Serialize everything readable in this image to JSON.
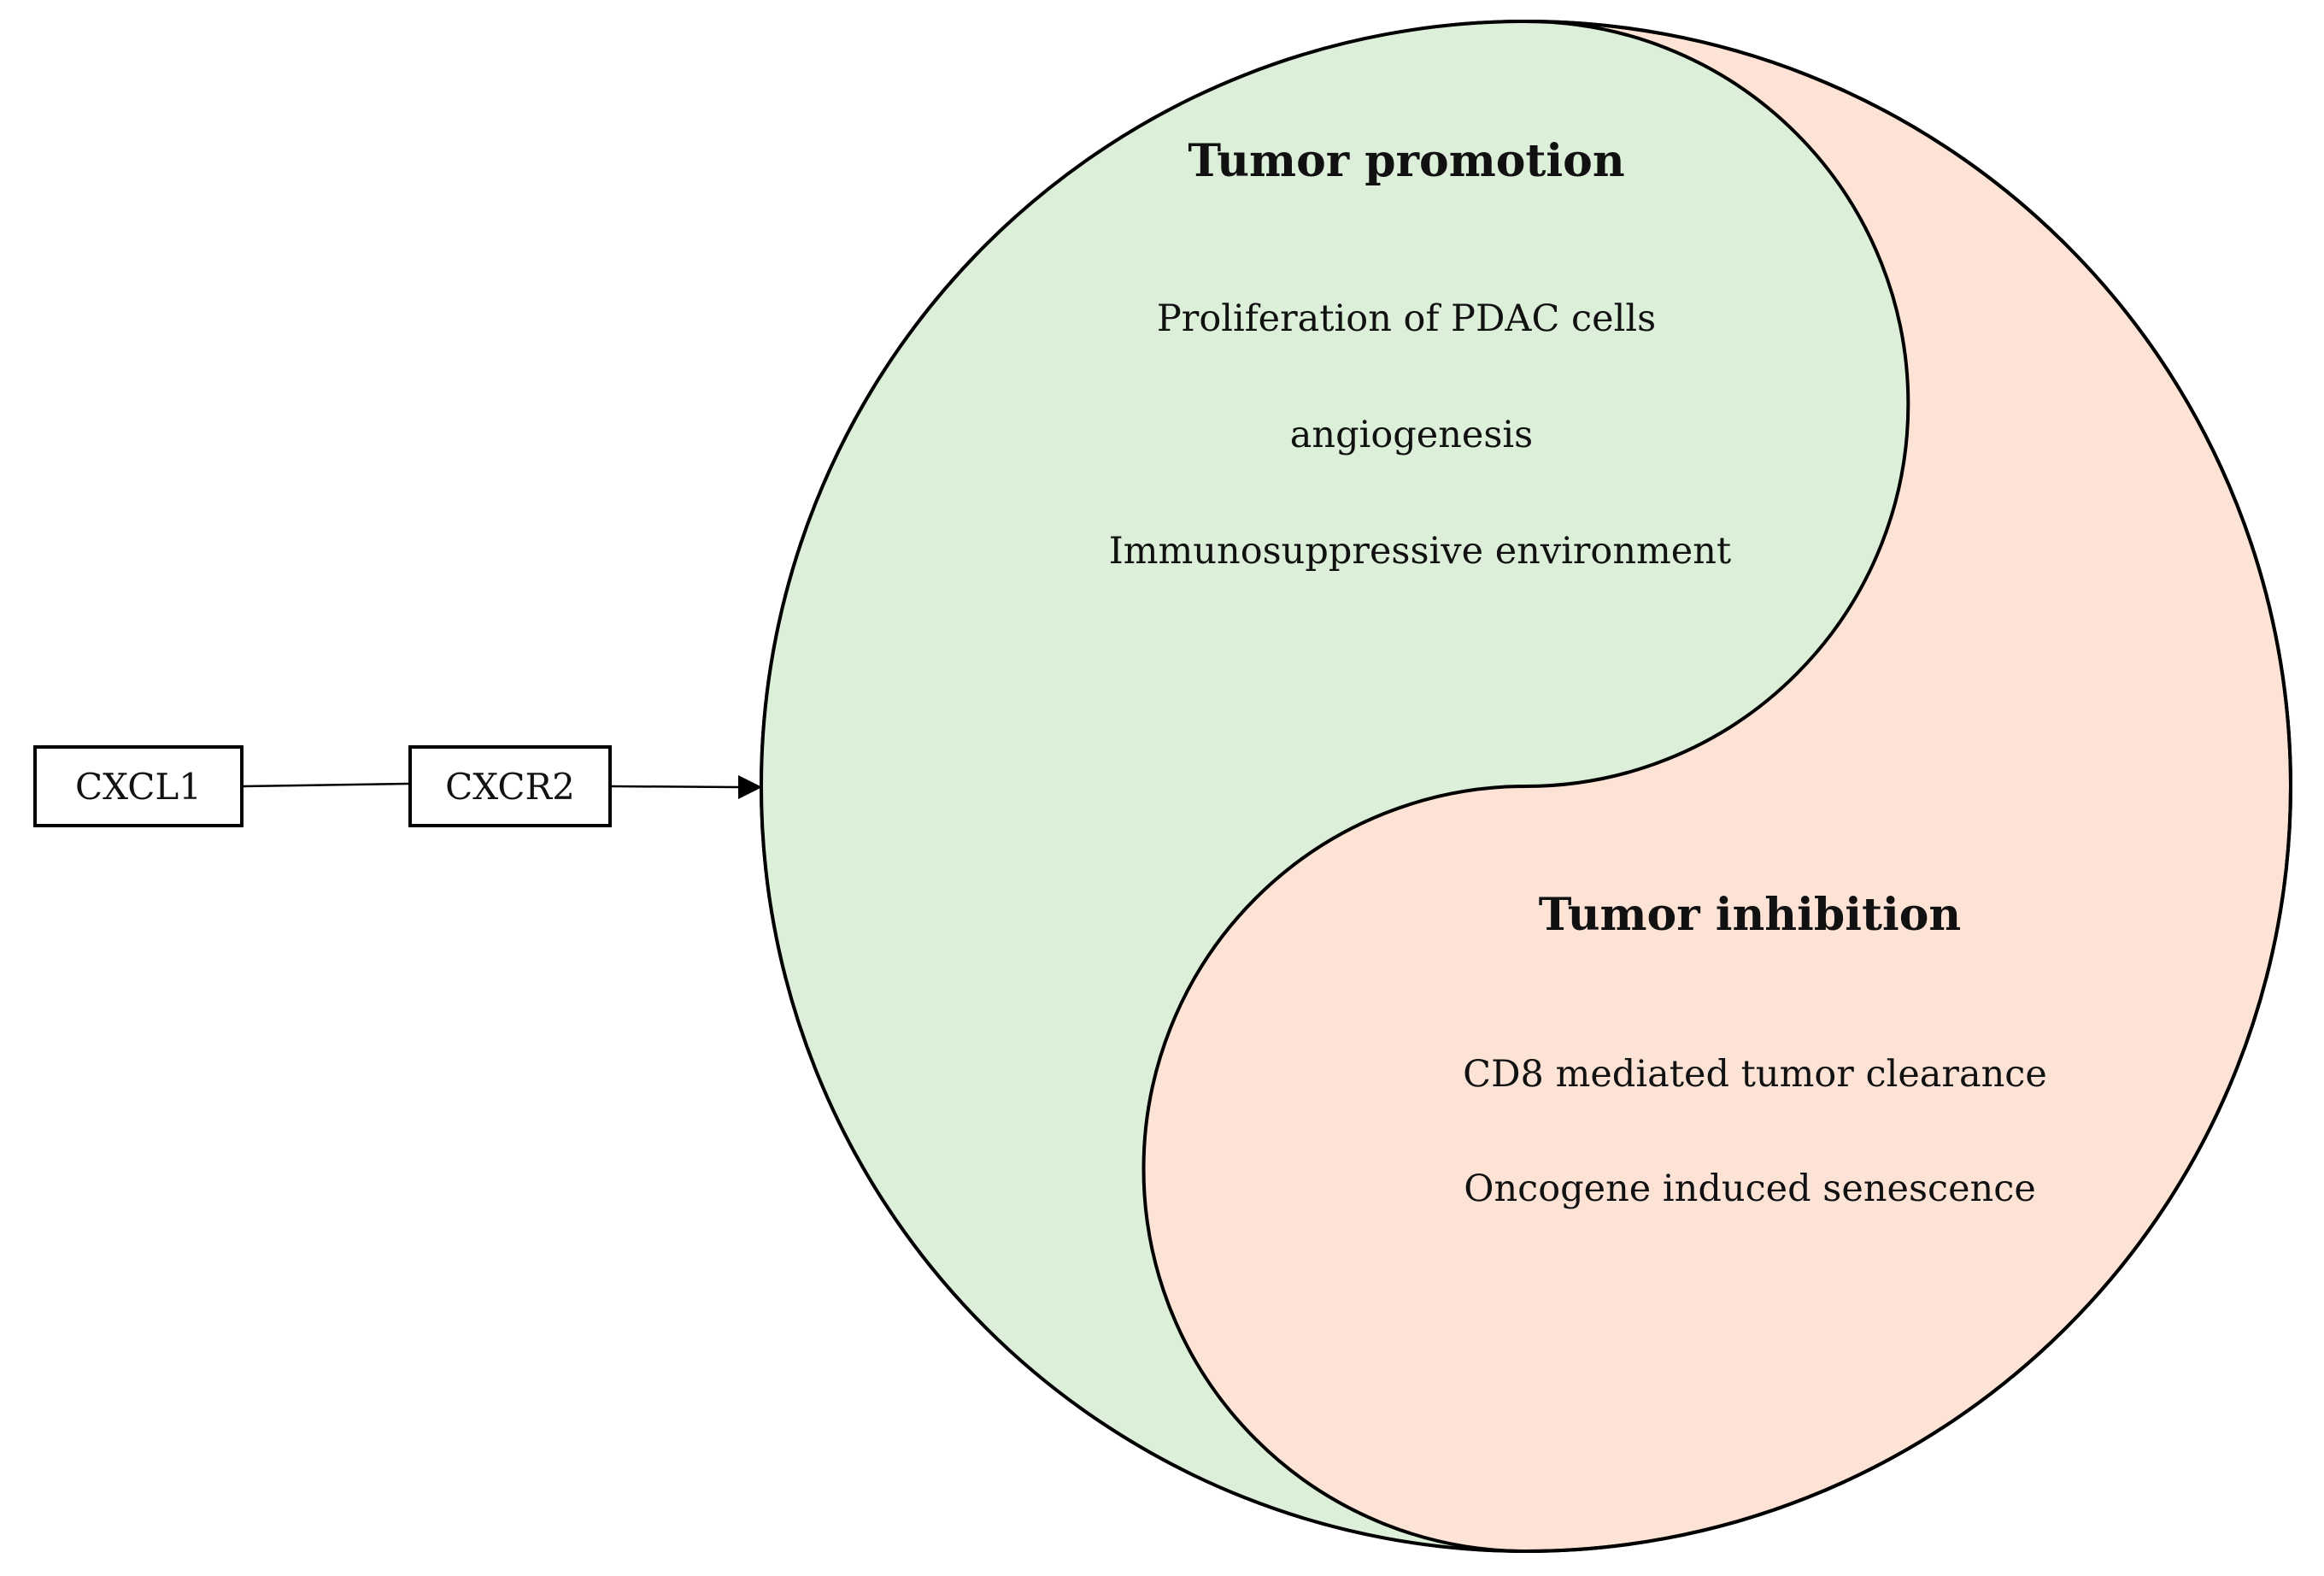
{
  "left_chain": {
    "ligand": "CXCL1",
    "receptor": "CXCR2"
  },
  "tumor_promotion": {
    "title": "Tumor promotion",
    "items": [
      "Proliferation of PDAC cells",
      "angiogenesis",
      "Immunosuppressive environment"
    ]
  },
  "tumor_inhibition": {
    "title": "Tumor inhibition",
    "items": [
      "CD8 mediated tumor clearance",
      "Oncogene induced senescence"
    ]
  },
  "colors": {
    "promotion_fill": "#dcefd9",
    "inhibition_fill": "#fde3d6",
    "stroke": "#000000"
  }
}
